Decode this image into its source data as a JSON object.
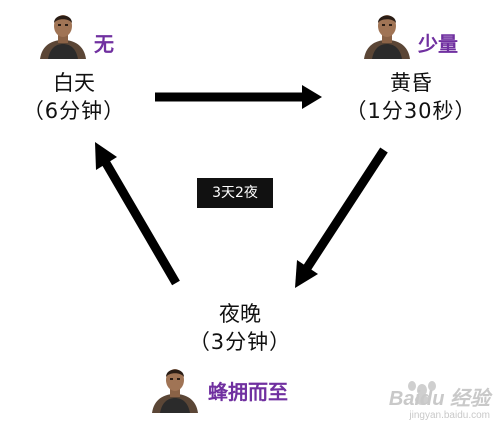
{
  "nodes": {
    "day": {
      "name": "白天",
      "duration": "（6分钟）",
      "threat": "无"
    },
    "dusk": {
      "name": "黄昏",
      "duration": "（1分30秒）",
      "threat": "少量"
    },
    "night": {
      "name": "夜晚",
      "duration": "（3分钟）",
      "threat": "蜂拥而至"
    }
  },
  "center_label": "3天2夜",
  "watermark": {
    "brand": "Baidu 经验",
    "url": "jingyan.baidu.com"
  },
  "colors": {
    "threat": "#7030a0",
    "arrow": "#000000",
    "center_box": "#111111"
  },
  "icons": [
    "character-portrait-icon",
    "character-portrait-icon",
    "character-portrait-icon",
    "arrow-right-icon",
    "arrow-down-left-icon",
    "arrow-up-left-icon"
  ]
}
